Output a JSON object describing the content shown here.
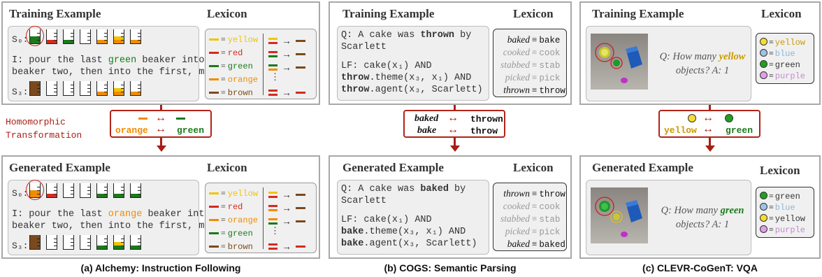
{
  "colors": {
    "yellow": "#f2c400",
    "red": "#d42b1e",
    "green": "#1b7a1b",
    "orange": "#f08c00",
    "brown": "#7a4a1e",
    "accent_red": "#a81f14"
  },
  "section_a": {
    "training_title": "Training Example",
    "lexicon_title": "Lexicon",
    "s0": "S₀:",
    "s3": "S₃:",
    "train_instr_1": "I: pour the last ",
    "train_instr_word": "green",
    "train_instr_2": " beaker into",
    "train_instr_3": "beaker two, then into the first, mix",
    "lexicon_train": [
      {
        "color": "yellow",
        "hex": "#f2c400",
        "label": "yellow"
      },
      {
        "color": "red",
        "hex": "#d42b1e",
        "label": "red"
      },
      {
        "color": "green",
        "hex": "#1b7a1b",
        "label": "green"
      },
      {
        "color": "orange",
        "hex": "#f08c00",
        "label": "orange"
      },
      {
        "color": "brown",
        "hex": "#7a4a1e",
        "label": "brown"
      }
    ],
    "transform_label_1": "Homomorphic",
    "transform_label_2": "Transformation",
    "swap_left": "orange",
    "swap_right": "green",
    "generated_title": "Generated Example",
    "gen_instr_1": "I: pour the last ",
    "gen_instr_word": "orange",
    "gen_instr_2": " beaker into",
    "gen_instr_3": "beaker two, then into the first, mix",
    "lexicon_gen": [
      {
        "color": "yellow",
        "hex": "#f2c400",
        "label": "yellow"
      },
      {
        "color": "red",
        "hex": "#d42b1e",
        "label": "red"
      },
      {
        "color": "orange",
        "hex": "#f08c00",
        "label": "orange"
      },
      {
        "color": "green",
        "hex": "#1b7a1b",
        "label": "green"
      },
      {
        "color": "brown",
        "hex": "#7a4a1e",
        "label": "brown"
      }
    ],
    "caption": "(a) Alchemy: Instruction Following"
  },
  "section_b": {
    "training_title": "Training Example",
    "lexicon_title": "Lexicon",
    "q_1": "Q: A cake was ",
    "q_word": "thrown",
    "q_2": " by",
    "q_3": "Scarlett",
    "lf_1": "LF: cake(x₁) AND",
    "lf_2_bold": "throw",
    "lf_2": ".theme(x₃, x₁) AND",
    "lf_3_bold": "throw",
    "lf_3": ".agent(x₃, Scarlett)",
    "lexicon_train": [
      {
        "k": "baked",
        "v": "bake",
        "bold": true
      },
      {
        "k": "cooked",
        "v": "cook",
        "bold": false
      },
      {
        "k": "stabbed",
        "v": "stab",
        "bold": false
      },
      {
        "k": "picked",
        "v": "pick",
        "bold": false
      },
      {
        "k": "thrown",
        "v": "throw",
        "bold": true
      }
    ],
    "swap_l1": "baked",
    "swap_r1": "thrown",
    "swap_l2": "bake",
    "swap_r2": "throw",
    "generated_title": "Generated Example",
    "gq_1": "Q: A cake was ",
    "gq_word": "baked",
    "gq_2": " by",
    "gq_3": "Scarlett",
    "glf_1": "LF: cake(x₁) AND",
    "glf_2_bold": "bake",
    "glf_2": ".theme(x₃, x₁) AND",
    "glf_3_bold": "bake",
    "glf_3": ".agent(x₃, Scarlett)",
    "lexicon_gen": [
      {
        "k": "thrown",
        "v": "throw",
        "bold": true
      },
      {
        "k": "cooked",
        "v": "cook",
        "bold": false
      },
      {
        "k": "stabbed",
        "v": "stab",
        "bold": false
      },
      {
        "k": "picked",
        "v": "pick",
        "bold": false
      },
      {
        "k": "baked",
        "v": "baked",
        "bold": true
      }
    ],
    "caption": "(b) COGS: Semantic Parsing"
  },
  "section_c": {
    "training_title": "Training Example",
    "lexicon_title": "Lexicon",
    "q1": "Q: How many ",
    "q_word": "yellow",
    "q2": "objects? A: 1",
    "lexicon_train": [
      {
        "hex": "#f5dd33",
        "label": "yellow",
        "text": "#c89a00"
      },
      {
        "hex": "#9dc3e6",
        "label": "blue",
        "text": "#8fb6d8"
      },
      {
        "hex": "#1fa01f",
        "label": "green",
        "text": "#333333"
      },
      {
        "hex": "#e0a0e8",
        "label": "purple",
        "text": "#c48ad0"
      }
    ],
    "swap_left": "yellow",
    "swap_right": "green",
    "generated_title": "Generated Example",
    "gq1": "Q: How many ",
    "gq_word": "green",
    "gq2": "objects? A: 1",
    "lexicon_gen": [
      {
        "hex": "#1fa01f",
        "label": "green",
        "text": "#333333"
      },
      {
        "hex": "#9dc3e6",
        "label": "blue",
        "text": "#8fb6d8"
      },
      {
        "hex": "#f5dd33",
        "label": "yellow",
        "text": "#333333"
      },
      {
        "hex": "#e0a0e8",
        "label": "purple",
        "text": "#c48ad0"
      }
    ],
    "caption": "(c) CLEVR-CoGenT: VQA"
  },
  "symbols": {
    "equiv": "≡",
    "arrow": "→",
    "swap": "↔",
    "vdots": "⋮"
  }
}
